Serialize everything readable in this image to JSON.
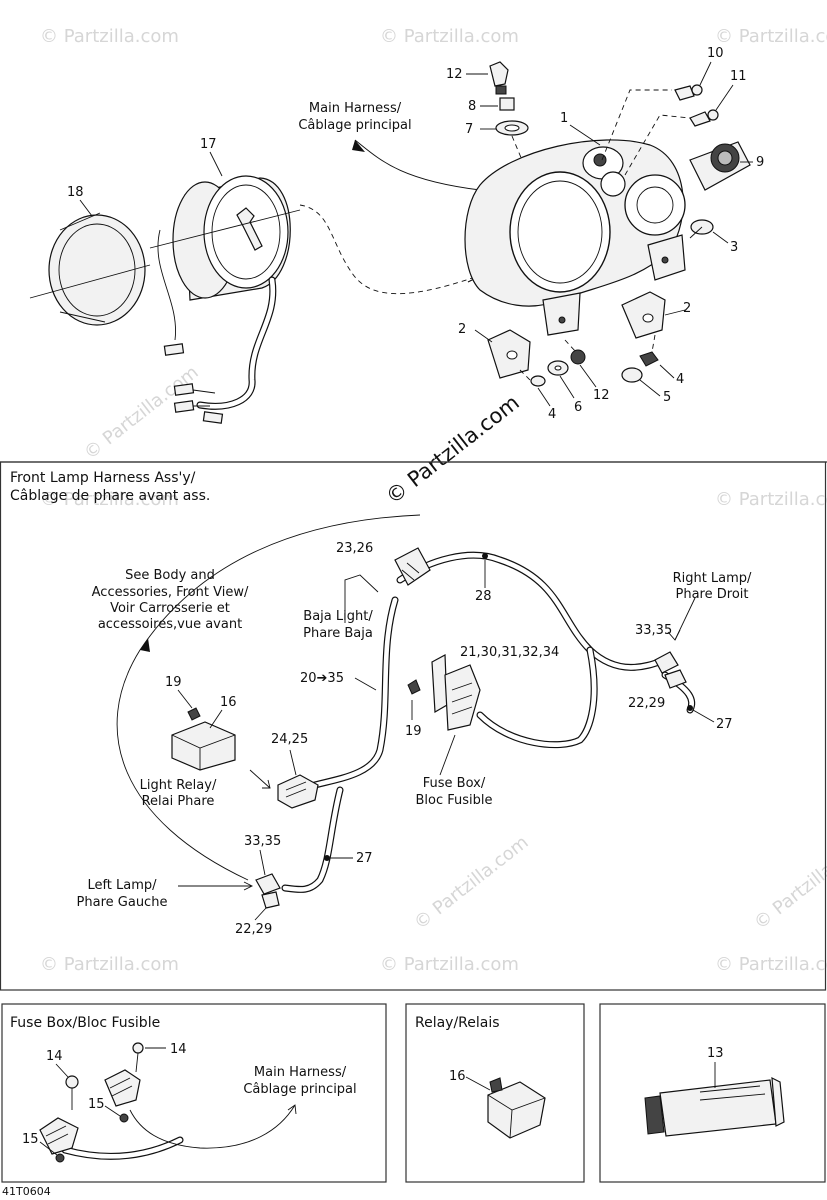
{
  "watermarks": [
    "© Partzilla.com",
    "© Partzilla.com"
  ],
  "figure_code": "41T0604",
  "top": {
    "main_harness_label": [
      "Main Harness/",
      "Câblage principal"
    ],
    "numbers": {
      "n1": "1",
      "n2a": "2",
      "n2b": "2",
      "n3": "3",
      "n4a": "4",
      "n4b": "4",
      "n5": "5",
      "n6": "6",
      "n7": "7",
      "n8": "8",
      "n9": "9",
      "n10": "10",
      "n11": "11",
      "n12a": "12",
      "n12b": "12",
      "n17": "17",
      "n18": "18"
    }
  },
  "middle": {
    "header": [
      "Front Lamp Harness Ass'y/",
      "Câblage de phare avant ass."
    ],
    "see_body": [
      "See Body and",
      "Accessories, Front View/",
      "Voir Carrosserie et",
      "accessoires,vue avant"
    ],
    "baja_light": [
      "Baja Light/",
      "Phare Baja"
    ],
    "right_lamp": [
      "Right Lamp/",
      "Phare Droit"
    ],
    "light_relay": [
      "Light Relay/",
      "Relai Phare"
    ],
    "fuse_box": [
      "Fuse Box/",
      "Bloc Fusible"
    ],
    "left_lamp": [
      "Left Lamp/",
      "Phare Gauche"
    ],
    "numbers": {
      "n23_26": "23,26",
      "n28": "28",
      "n33_35a": "33,35",
      "n21": "21,30,31,32,34",
      "n20_35": "20➔35",
      "n19a": "19",
      "n16": "16",
      "n19b": "19",
      "n22_29a": "22,29",
      "n27a": "27",
      "n24_25": "24,25",
      "n33_35b": "33,35",
      "n27b": "27",
      "n22_29b": "22,29"
    }
  },
  "bottom": {
    "fuse_box_title": "Fuse Box/Bloc Fusible",
    "main_harness_label": [
      "Main Harness/",
      "Câblage principal"
    ],
    "relay_title": "Relay/Relais",
    "numbers": {
      "n14a": "14",
      "n14b": "14",
      "n15a": "15",
      "n15b": "15",
      "n16": "16",
      "n13": "13"
    }
  }
}
